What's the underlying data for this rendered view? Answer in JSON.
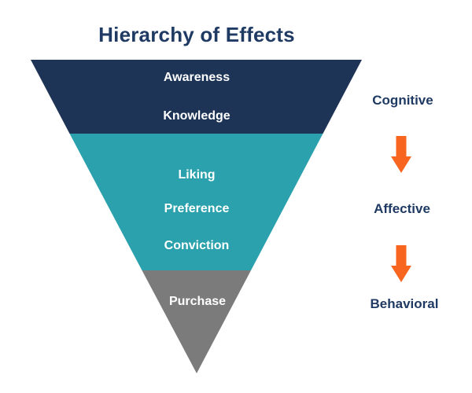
{
  "title": "Hierarchy of Effects",
  "funnel": {
    "segments": [
      {
        "id": "cognitive",
        "color": "#1d3456",
        "stages": [
          "Awareness",
          "Knowledge"
        ]
      },
      {
        "id": "affective",
        "color": "#2aa1ac",
        "stages": [
          "Liking",
          "Preference",
          "Conviction"
        ]
      },
      {
        "id": "behavioral",
        "color": "#7b7b7b",
        "stages": [
          "Purchase"
        ]
      }
    ]
  },
  "side_labels": {
    "cognitive": "Cognitive",
    "affective": "Affective",
    "behavioral": "Behavioral"
  },
  "arrows": {
    "color": "#f8651f"
  },
  "colors": {
    "background": "#ffffff",
    "heading_text": "#1f3a63",
    "stage_text": "#ffffff"
  }
}
